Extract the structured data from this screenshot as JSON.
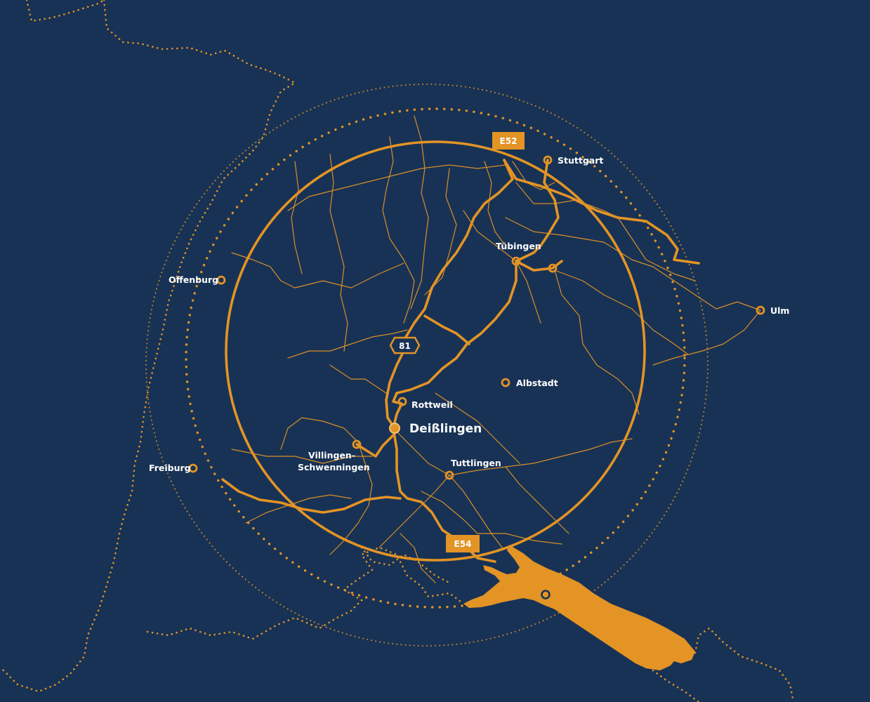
{
  "map": {
    "accent_color": "#e39425",
    "background_color": "#183255",
    "center_city": {
      "name": "Deißlingen"
    },
    "cities": [
      {
        "id": "stuttgart",
        "name": "Stuttgart"
      },
      {
        "id": "tuebingen",
        "name": "Tübingen"
      },
      {
        "id": "offenburg",
        "name": "Offenburg"
      },
      {
        "id": "ulm",
        "name": "Ulm"
      },
      {
        "id": "albstadt",
        "name": "Albstadt"
      },
      {
        "id": "rottweil",
        "name": "Rottweil"
      },
      {
        "id": "villingen",
        "name_line1": "Villingen-",
        "name_line2": "Schwenningen"
      },
      {
        "id": "freiburg",
        "name": "Freiburg"
      },
      {
        "id": "tuttlingen",
        "name": "Tuttlingen"
      }
    ],
    "highway_badges": {
      "a81": "81",
      "e52": "E52",
      "e54": "E54"
    }
  }
}
